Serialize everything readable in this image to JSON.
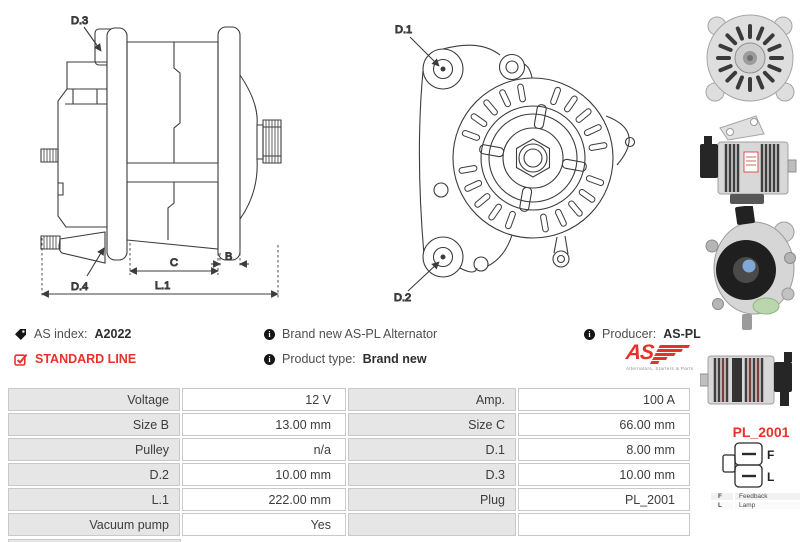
{
  "info_bar": {
    "as_index": {
      "label": "AS index:",
      "value": "A2022"
    },
    "standard_line": "STANDARD LINE",
    "brand_new": "Brand new AS-PL Alternator",
    "product_type": {
      "label": "Product type:",
      "value": "Brand new"
    },
    "producer": {
      "label": "Producer:",
      "value": "AS-PL"
    },
    "logo": {
      "text": "AS",
      "tagline": "Alternators, Starters & Parts"
    }
  },
  "drawings": {
    "side_view": {
      "d3": "D.3",
      "d4": "D.4",
      "c": "C",
      "b": "B",
      "l1": "L.1"
    },
    "front_view": {
      "d1": "D.1",
      "d2": "D.2"
    }
  },
  "spec_table": {
    "rows": [
      {
        "label1": "Voltage",
        "value1": "12 V",
        "label2": "Amp.",
        "value2": "100 A"
      },
      {
        "label1": "Size B",
        "value1": "13.00 mm",
        "label2": "Size C",
        "value2": "66.00 mm"
      },
      {
        "label1": "Pulley",
        "value1": "n/a",
        "label2": "D.1",
        "value2": "8.00 mm"
      },
      {
        "label1": "D.2",
        "value1": "10.00 mm",
        "label2": "D.3",
        "value2": "10.00 mm"
      },
      {
        "label1": "L.1",
        "value1": "222.00 mm",
        "label2": "Plug",
        "value2": "PL_2001"
      },
      {
        "label1": "Vacuum pump",
        "value1": "Yes",
        "label2": "",
        "value2": ""
      }
    ]
  },
  "plug": {
    "name": "PL_2001",
    "terminal_f": "F",
    "terminal_l": "L",
    "legend": [
      {
        "key": "F",
        "description": "Feedback"
      },
      {
        "key": "L",
        "description": "Lamp"
      }
    ]
  },
  "colors": {
    "brand_red": "#e8312a",
    "table_label_bg": "#e6e6e6",
    "table_border": "#c9c9c9"
  }
}
